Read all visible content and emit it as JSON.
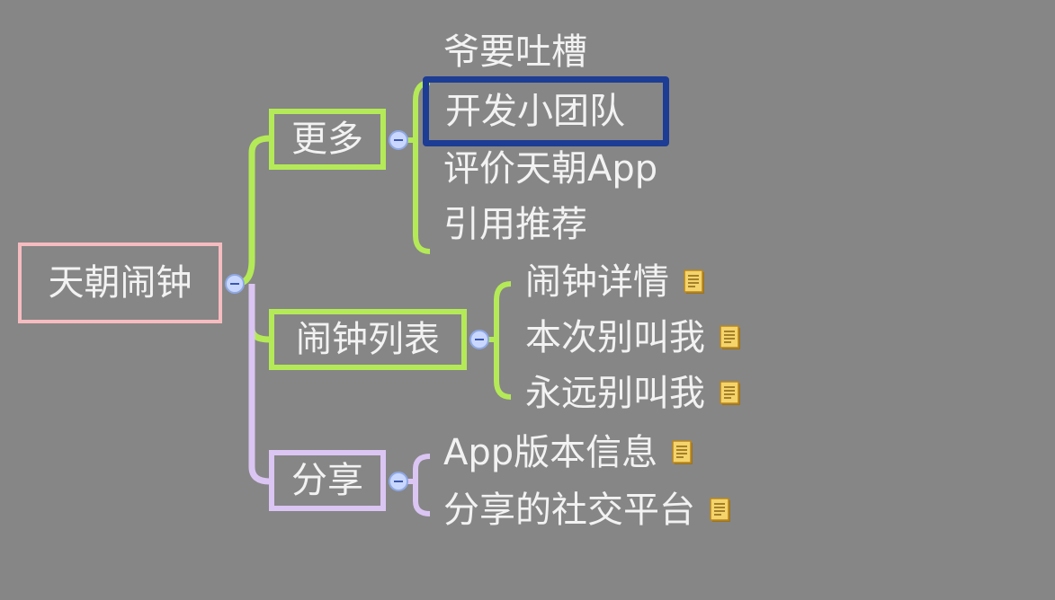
{
  "colors": {
    "background": "#868686",
    "root_border": "#f6bcc0",
    "green_branch": "#b4ea57",
    "purple_branch": "#dbc5f3",
    "selection": "#1d3c94",
    "text": "#f2f2f2",
    "note_icon": "#e7b93f"
  },
  "root": {
    "label": "天朝闹钟"
  },
  "branches": {
    "more": {
      "label": "更多",
      "children": [
        "爷要吐槽",
        "开发小团队",
        "评价天朝App",
        "引用推荐"
      ]
    },
    "alarm_list": {
      "label": "闹钟列表",
      "children": [
        "闹钟详情",
        "本次别叫我",
        "永远别叫我"
      ]
    },
    "share": {
      "label": "分享",
      "children": [
        "App版本信息",
        "分享的社交平台"
      ]
    }
  },
  "icons": {
    "collapse": "collapse-minus-icon",
    "note": "note-icon"
  }
}
